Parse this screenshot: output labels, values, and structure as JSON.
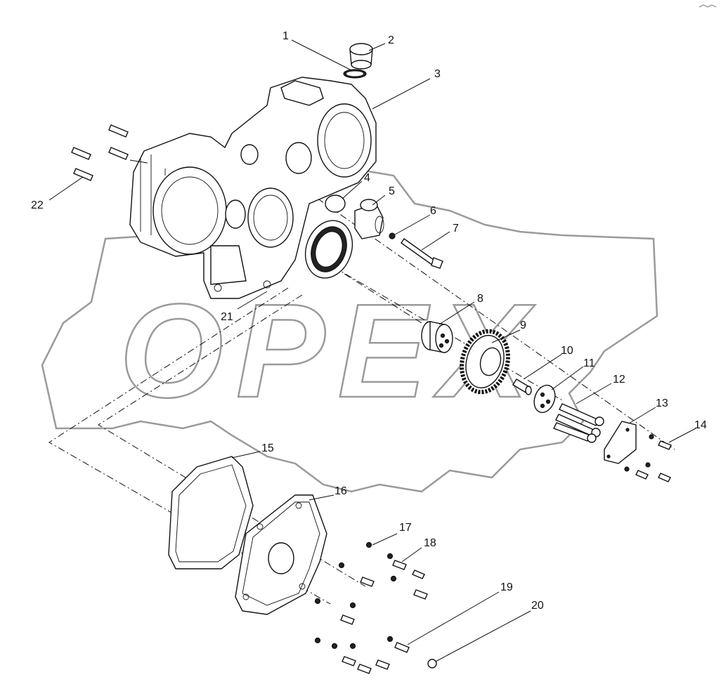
{
  "diagram": {
    "watermark": "OPEX",
    "callouts": [
      "1",
      "2",
      "3",
      "4",
      "5",
      "6",
      "7",
      "8",
      "9",
      "10",
      "11",
      "12",
      "13",
      "14",
      "15",
      "16",
      "17",
      "18",
      "19",
      "20",
      "21",
      "22"
    ]
  }
}
